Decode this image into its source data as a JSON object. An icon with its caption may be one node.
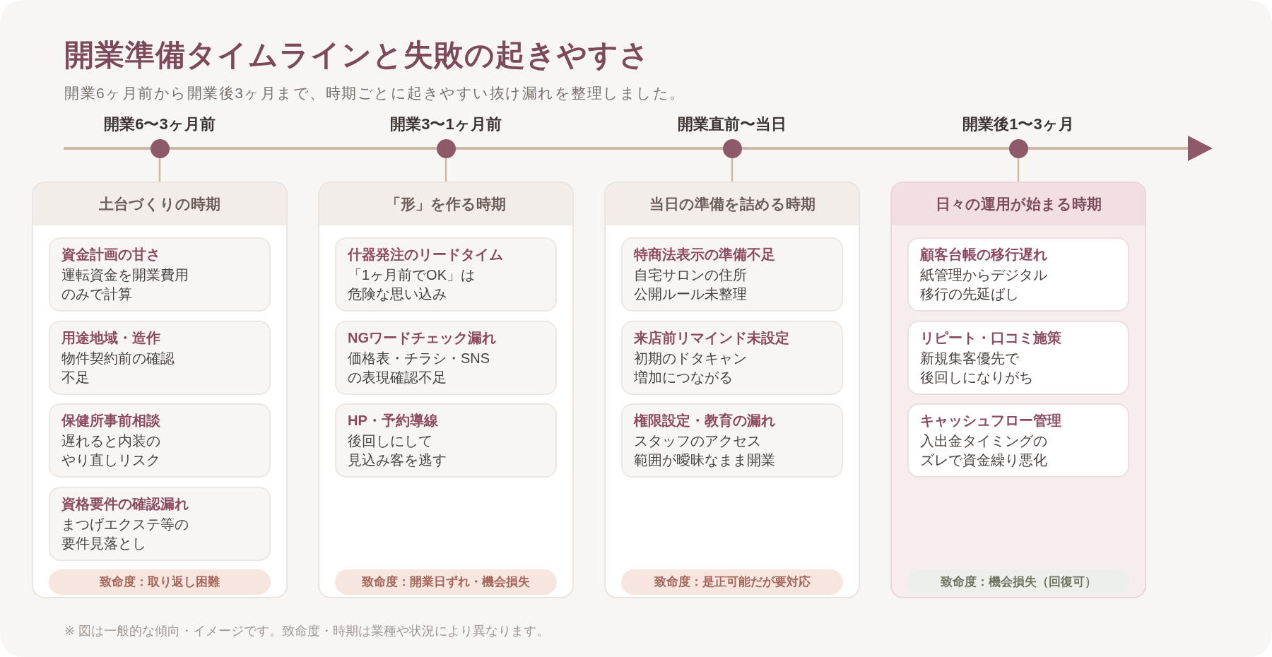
{
  "diagram": {
    "title": "開業準備タイムラインと失敗の起きやすさ",
    "nodes": [
      {
        "text": [
          "開業6〜3ヶ月前"
        ]
      },
      {
        "text": [
          "開業3〜1ヶ月前"
        ]
      },
      {
        "text": [
          "開業直前〜当日"
        ]
      },
      {
        "text": [
          "開業後1〜3ヶ月"
        ]
      },
      {
        "text": [
          "土台づくりの時期"
        ]
      },
      {
        "text": [
          "資金計画の甘さ",
          "運転資金を開業費用のみで計算"
        ],
        "in": 4
      },
      {
        "text": [
          "用途地域・造作",
          "物件契約前の確認不足"
        ],
        "in": 4
      },
      {
        "text": [
          "保健所事前相談",
          "遅れると内装のやり直しリスク"
        ],
        "in": 4
      },
      {
        "text": [
          "資格要件の確認漏れ",
          "まつげエクステ等の要件見落とし"
        ],
        "in": 4
      },
      {
        "text": [
          "致命度：取り返し困難"
        ],
        "in": 4
      },
      {
        "text": [
          "「形」を作る時期"
        ]
      },
      {
        "text": [
          "什器発注のリードタイム",
          "「1ヶ月前でOK」は危険な思い込み"
        ],
        "in": 10
      },
      {
        "text": [
          "NGワードチェック漏れ",
          "価格表・チラシ・SNSの表現確認不足"
        ],
        "in": 10
      },
      {
        "text": [
          "HP・予約導線",
          "後回しにして見込み客を逃す"
        ],
        "in": 10
      },
      {
        "text": [
          "致命度：開業日ずれ・機会損失"
        ],
        "in": 10
      },
      {
        "text": [
          "当日の準備を詰める時期"
        ]
      },
      {
        "text": [
          "特商法表示の準備不足",
          "自宅サロンの住所公開ルール未整理"
        ],
        "in": 15
      },
      {
        "text": [
          "来店前リマインド未設定",
          "初期のドタキャン増加につながる"
        ],
        "in": 15
      },
      {
        "text": [
          "権限設定・教育の漏れ",
          "スタッフのアクセス範囲が曖昧なまま開業"
        ],
        "in": 15
      },
      {
        "text": [
          "致命度：是正可能だが要対応"
        ],
        "in": 15
      },
      {
        "text": [
          "日々の運用が始まる時期"
        ]
      },
      {
        "text": [
          "顧客台帳の移行遅れ",
          "紙管理からデジタル移行の先延ばし"
        ],
        "in": 20
      },
      {
        "text": [
          "リピート・口コミ施策",
          "新規集客優先で後回しになりがち"
        ],
        "in": 20
      },
      {
        "text": [
          "キャッシュフロー管理",
          "入出金タイミングのズレで資金繰り悪化"
        ],
        "in": 20
      },
      {
        "text": [
          "致命度：機会損失（回復可）"
        ],
        "in": 20
      }
    ],
    "edges": [
      {
        "from": 0,
        "to": 4,
        "arrow": "none"
      },
      {
        "from": 1,
        "to": 10,
        "arrow": "none"
      },
      {
        "from": 2,
        "to": 15,
        "arrow": "none"
      },
      {
        "from": 3,
        "to": 20,
        "arrow": "none"
      }
    ],
    "labels": [
      "開業6ヶ月前から開業後3ヶ月まで、時期ごとに起きやすい抜け漏れを整理しました。",
      "※ 図は一般的な傾向・イメージです。致命度・時期は業種や状況により異なります。"
    ]
  }
}
